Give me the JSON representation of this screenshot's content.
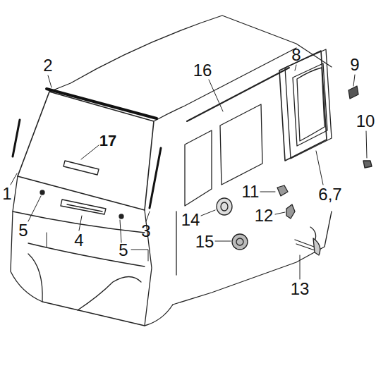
{
  "diagram": {
    "labels": [
      "2",
      "17",
      "16",
      "8",
      "9",
      "10",
      "1",
      "11",
      "14",
      "12",
      "6,7",
      "3",
      "5",
      "4",
      "5",
      "15",
      "13"
    ]
  }
}
